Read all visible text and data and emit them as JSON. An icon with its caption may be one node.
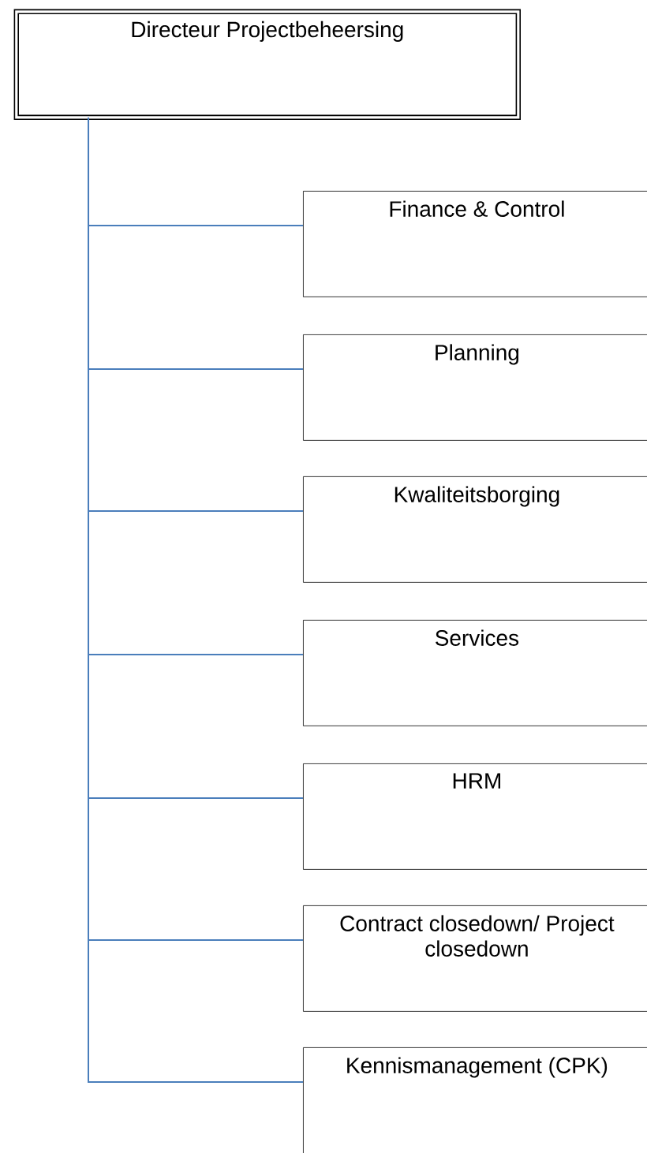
{
  "diagram": {
    "nodes": [
      {
        "text": [
          "Directeur Projectbeheersing"
        ]
      },
      {
        "text": [
          "Finance & Control"
        ]
      },
      {
        "text": [
          "Planning"
        ]
      },
      {
        "text": [
          "Kwaliteitsborging"
        ]
      },
      {
        "text": [
          "Services"
        ]
      },
      {
        "text": [
          "HRM"
        ]
      },
      {
        "text": [
          "Contract closedown/ Project closedown"
        ]
      },
      {
        "text": [
          "Kennismanagement (CPK)"
        ]
      }
    ],
    "edges": [
      {
        "from": 0,
        "to": 1,
        "arrow": "none"
      },
      {
        "from": 0,
        "to": 2,
        "arrow": "none"
      },
      {
        "from": 0,
        "to": 3,
        "arrow": "none"
      },
      {
        "from": 0,
        "to": 4,
        "arrow": "none"
      },
      {
        "from": 0,
        "to": 5,
        "arrow": "none"
      },
      {
        "from": 0,
        "to": 6,
        "arrow": "none"
      },
      {
        "from": 0,
        "to": 7,
        "arrow": "none"
      }
    ]
  }
}
